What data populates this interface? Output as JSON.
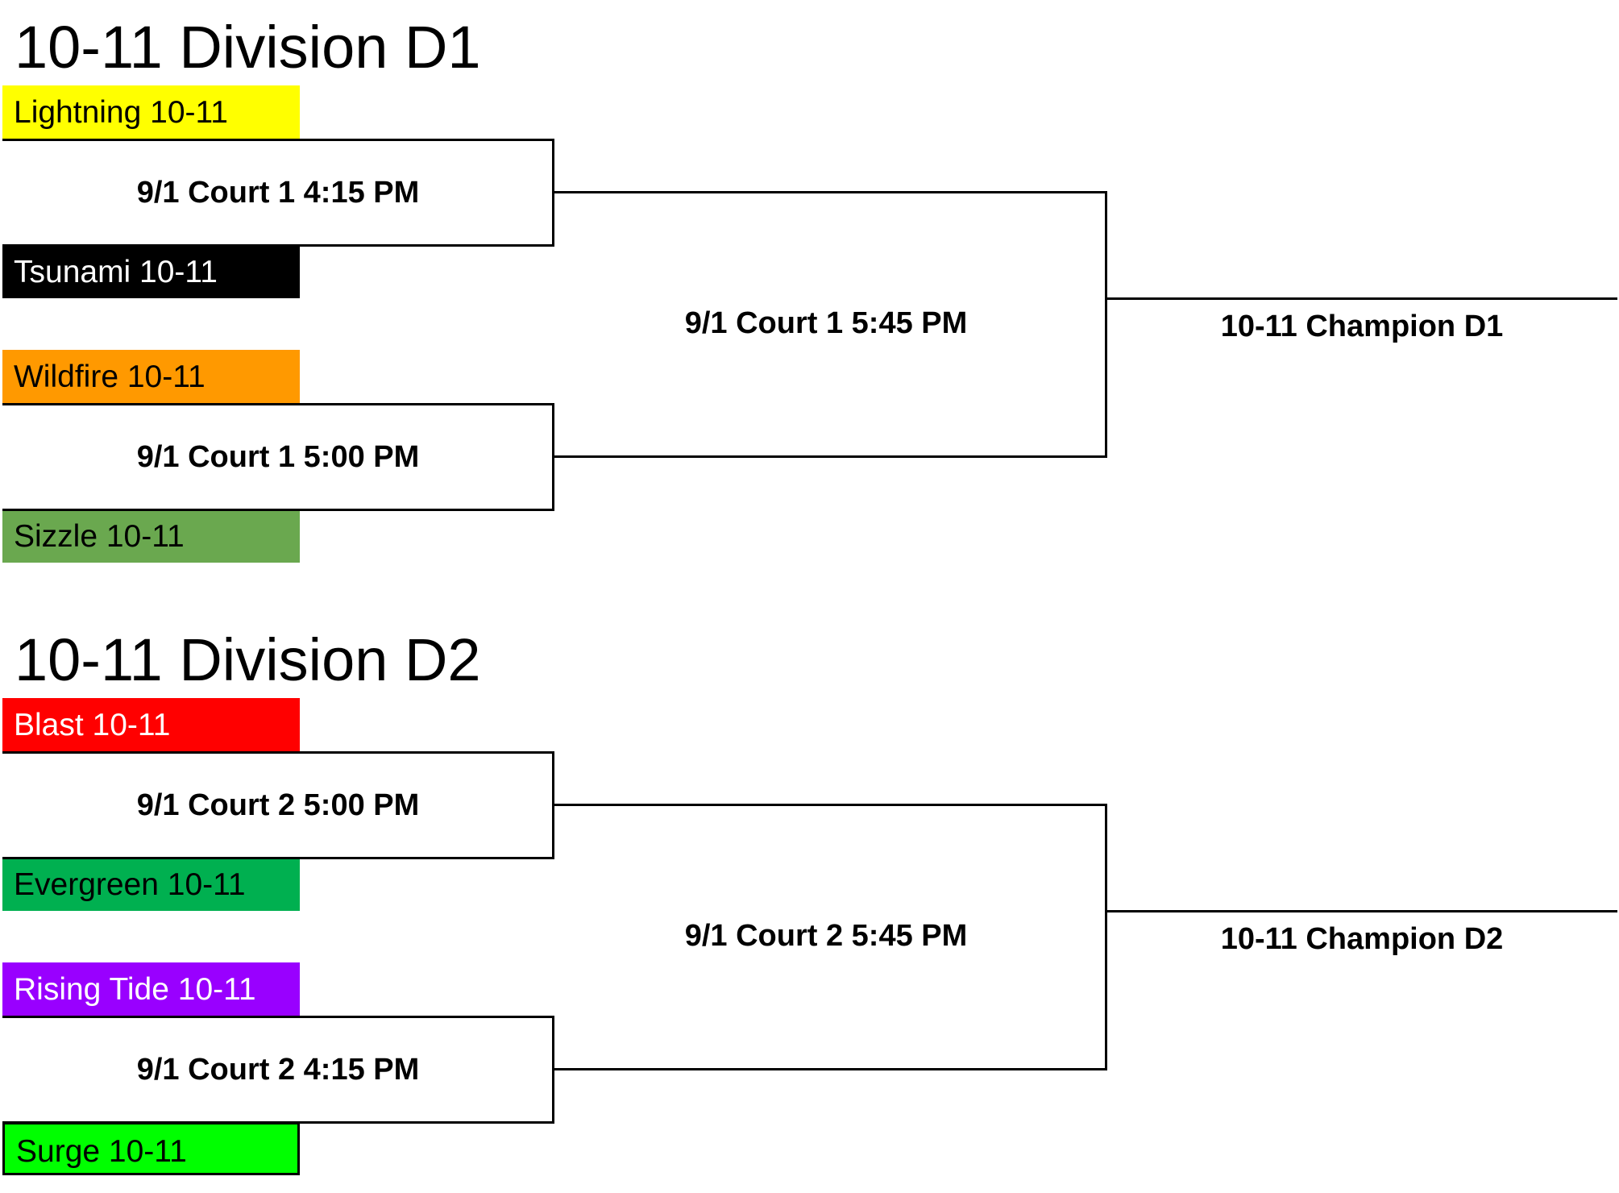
{
  "divisions": [
    {
      "title": "10-11 Division D1",
      "teams": [
        {
          "name": "Lightning 10-11",
          "color": "#ffff00",
          "text_color": "#000000"
        },
        {
          "name": "Tsunami 10-11",
          "color": "#000000",
          "text_color": "#ffffff"
        },
        {
          "name": "Wildfire 10-11",
          "color": "#ff9900",
          "text_color": "#000000"
        },
        {
          "name": "Sizzle 10-11",
          "color": "#6aa84f",
          "text_color": "#000000"
        }
      ],
      "games": [
        {
          "label": "9/1 Court 1 4:15 PM"
        },
        {
          "label": "9/1 Court 1 5:00 PM"
        }
      ],
      "final": {
        "label": "9/1 Court 1 5:45 PM"
      },
      "champion": {
        "label": "10-11 Champion D1"
      }
    },
    {
      "title": "10-11 Division D2",
      "teams": [
        {
          "name": "Blast 10-11",
          "color": "#ff0000",
          "text_color": "#ffffff"
        },
        {
          "name": "Evergreen 10-11",
          "color": "#00b050",
          "text_color": "#000000"
        },
        {
          "name": "Rising Tide 10-11",
          "color": "#9900ff",
          "text_color": "#ffffff"
        },
        {
          "name": "Surge 10-11",
          "color": "#00ff00",
          "text_color": "#000000"
        }
      ],
      "games": [
        {
          "label": "9/1 Court 2 5:00 PM"
        },
        {
          "label": "9/1 Court 2 4:15 PM"
        }
      ],
      "final": {
        "label": "9/1 Court 2 5:45 PM"
      },
      "champion": {
        "label": "10-11 Champion D2"
      }
    }
  ]
}
